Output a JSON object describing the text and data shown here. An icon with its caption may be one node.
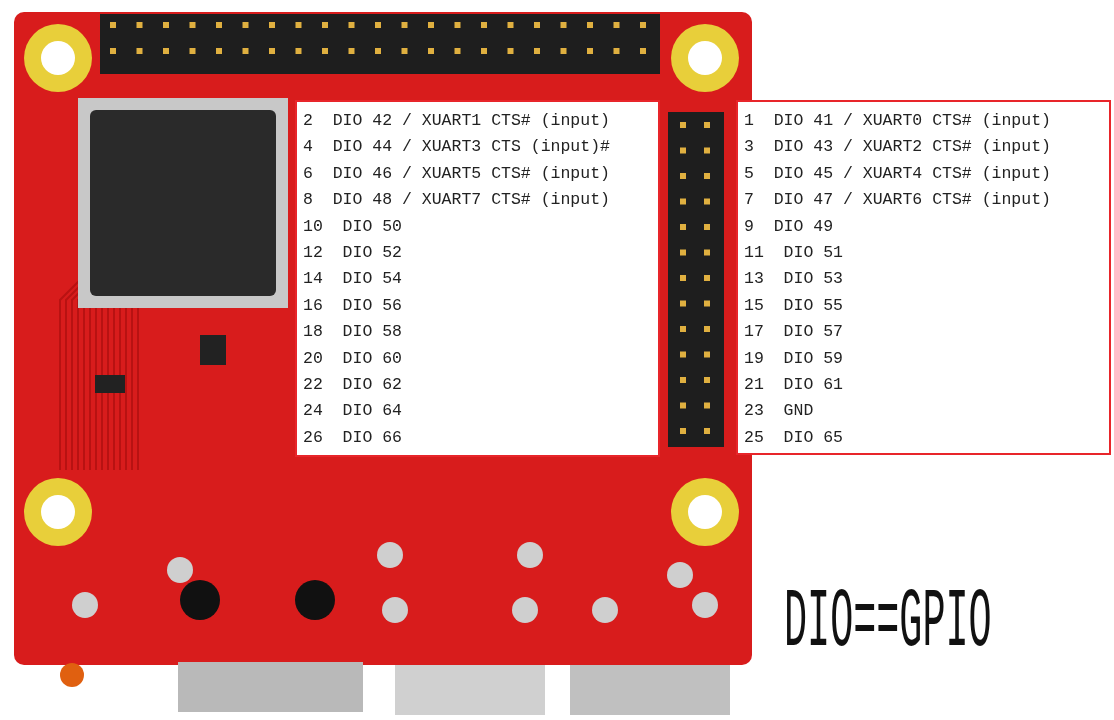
{
  "diagram": {
    "nodes": [
      {
        "text": [
          "2  DIO 42 / XUART1 CTS# (input)",
          "4  DIO 44 / XUART3 CTS (input)#",
          "6  DIO 46 / XUART5 CTS# (input)",
          "8  DIO 48 / XUART7 CTS# (input)",
          "10  DIO 50",
          "12  DIO 52",
          "14  DIO 54",
          "16  DIO 56",
          "18  DIO 58",
          "20  DIO 60",
          "22  DIO 62",
          "24  DIO 64",
          "26  DIO 66"
        ]
      },
      {
        "text": [
          "1  DIO 41 / XUART0 CTS# (input)",
          "3  DIO 43 / XUART2 CTS# (input)",
          "5  DIO 45 / XUART4 CTS# (input)",
          "7  DIO 47 / XUART6 CTS# (input)",
          "9  DIO 49",
          "11  DIO 51",
          "13  DIO 53",
          "15  DIO 55",
          "17  DIO 57",
          "19  DIO 59",
          "21  DIO 61",
          "23  GND",
          "25  DIO 65"
        ]
      }
    ],
    "labels": [
      "DIO==GPIO"
    ]
  }
}
